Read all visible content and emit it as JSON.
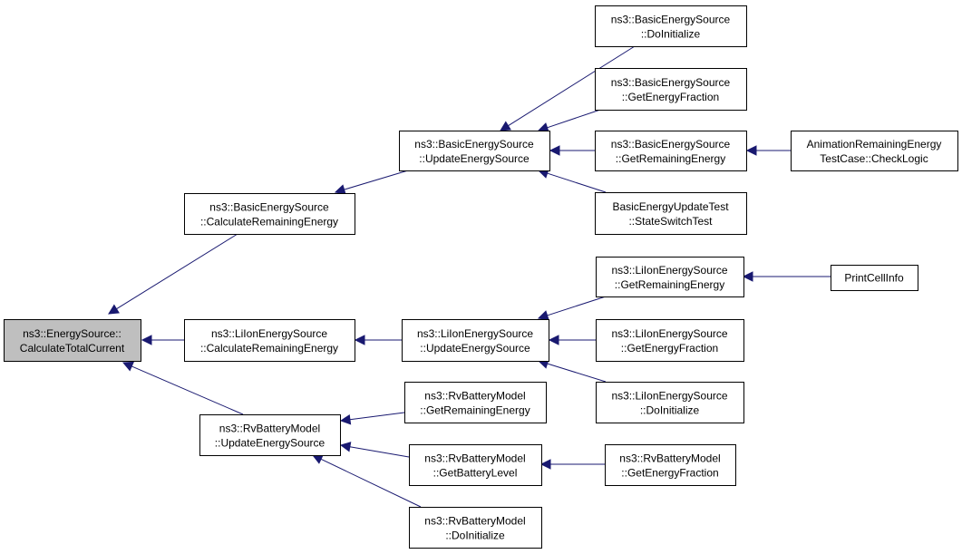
{
  "graph": {
    "nodes": [
      {
        "id": "energysource-calculatetotalcurrent",
        "line1": "ns3::EnergySource::",
        "line2": "CalculateTotalCurrent",
        "root": true
      },
      {
        "id": "basicenergysource-calculateremainingenergy",
        "line1": "ns3::BasicEnergySource",
        "line2": "::CalculateRemainingEnergy"
      },
      {
        "id": "lionenergysource-calculateremainingenergy",
        "line1": "ns3::LiIonEnergySource",
        "line2": "::CalculateRemainingEnergy"
      },
      {
        "id": "rvbatterymodel-updateenergysource",
        "line1": "ns3::RvBatteryModel",
        "line2": "::UpdateEnergySource"
      },
      {
        "id": "basicenergysource-updateenergysource",
        "line1": "ns3::BasicEnergySource",
        "line2": "::UpdateEnergySource"
      },
      {
        "id": "lionenergysource-updateenergysource",
        "line1": "ns3::LiIonEnergySource",
        "line2": "::UpdateEnergySource"
      },
      {
        "id": "rvbatterymodel-getremainingenergy",
        "line1": "ns3::RvBatteryModel",
        "line2": "::GetRemainingEnergy"
      },
      {
        "id": "rvbatterymodel-getbatterylevel",
        "line1": "ns3::RvBatteryModel",
        "line2": "::GetBatteryLevel"
      },
      {
        "id": "rvbatterymodel-doinitialize",
        "line1": "ns3::RvBatteryModel",
        "line2": "::DoInitialize"
      },
      {
        "id": "basicenergysource-doinitialize",
        "line1": "ns3::BasicEnergySource",
        "line2": "::DoInitialize"
      },
      {
        "id": "basicenergysource-getenergyfraction",
        "line1": "ns3::BasicEnergySource",
        "line2": "::GetEnergyFraction"
      },
      {
        "id": "basicenergysource-getremainingenergy",
        "line1": "ns3::BasicEnergySource",
        "line2": "::GetRemainingEnergy"
      },
      {
        "id": "basicenergyupdatetest-stateswitchtest",
        "line1": "BasicEnergyUpdateTest",
        "line2": "::StateSwitchTest"
      },
      {
        "id": "lionenergysource-getremainingenergy",
        "line1": "ns3::LiIonEnergySource",
        "line2": "::GetRemainingEnergy"
      },
      {
        "id": "lionenergysource-getenergyfraction",
        "line1": "ns3::LiIonEnergySource",
        "line2": "::GetEnergyFraction"
      },
      {
        "id": "lionenergysource-doinitialize",
        "line1": "ns3::LiIonEnergySource",
        "line2": "::DoInitialize"
      },
      {
        "id": "rvbatterymodel-getenergyfraction",
        "line1": "ns3::RvBatteryModel",
        "line2": "::GetEnergyFraction"
      },
      {
        "id": "animationremainingenergytestcase-checklogic",
        "line1": "AnimationRemainingEnergy",
        "line2": "TestCase::CheckLogic"
      },
      {
        "id": "printcellinfo",
        "line1": "PrintCellInfo",
        "line2": ""
      }
    ],
    "edges": [
      {
        "from": "basicenergysource-calculateremainingenergy",
        "to": "energysource-calculatetotalcurrent"
      },
      {
        "from": "lionenergysource-calculateremainingenergy",
        "to": "energysource-calculatetotalcurrent"
      },
      {
        "from": "rvbatterymodel-updateenergysource",
        "to": "energysource-calculatetotalcurrent"
      },
      {
        "from": "basicenergysource-updateenergysource",
        "to": "basicenergysource-calculateremainingenergy"
      },
      {
        "from": "basicenergysource-doinitialize",
        "to": "basicenergysource-updateenergysource"
      },
      {
        "from": "basicenergysource-getenergyfraction",
        "to": "basicenergysource-updateenergysource"
      },
      {
        "from": "basicenergysource-getremainingenergy",
        "to": "basicenergysource-updateenergysource"
      },
      {
        "from": "basicenergyupdatetest-stateswitchtest",
        "to": "basicenergysource-updateenergysource"
      },
      {
        "from": "animationremainingenergytestcase-checklogic",
        "to": "basicenergysource-getremainingenergy"
      },
      {
        "from": "lionenergysource-updateenergysource",
        "to": "lionenergysource-calculateremainingenergy"
      },
      {
        "from": "lionenergysource-getremainingenergy",
        "to": "lionenergysource-updateenergysource"
      },
      {
        "from": "lionenergysource-getenergyfraction",
        "to": "lionenergysource-updateenergysource"
      },
      {
        "from": "lionenergysource-doinitialize",
        "to": "lionenergysource-updateenergysource"
      },
      {
        "from": "printcellinfo",
        "to": "lionenergysource-getremainingenergy"
      },
      {
        "from": "rvbatterymodel-getremainingenergy",
        "to": "rvbatterymodel-updateenergysource"
      },
      {
        "from": "rvbatterymodel-getbatterylevel",
        "to": "rvbatterymodel-updateenergysource"
      },
      {
        "from": "rvbatterymodel-doinitialize",
        "to": "rvbatterymodel-updateenergysource"
      },
      {
        "from": "rvbatterymodel-getenergyfraction",
        "to": "rvbatterymodel-getbatterylevel"
      }
    ],
    "colors": {
      "edge": "#191970",
      "node_border": "#000000",
      "node_fill": "#ffffff",
      "root_fill": "#bfbfbf"
    }
  }
}
